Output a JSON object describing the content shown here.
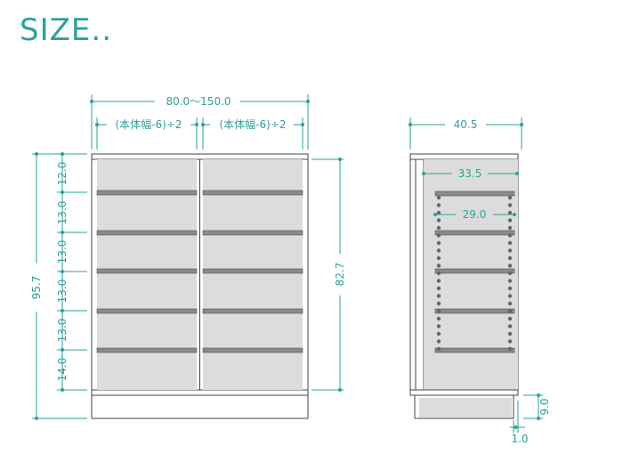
{
  "title": "SIZE..",
  "colors": {
    "accent": "#2aa29a",
    "outline": "#444444",
    "panel": "#dcdcdc",
    "shelf": "#8a8a8a",
    "pin": "#666666"
  },
  "front_view": {
    "width_label": "80.0～150.0",
    "door_width_labels": [
      "(本体幅-6)÷2",
      "(本体幅-6)÷2"
    ],
    "total_height_label": "95.7",
    "interior_height_label": "82.7",
    "shelf_pitch_labels": [
      "12.0",
      "13.0",
      "13.0",
      "13.0",
      "13.0",
      "14.0"
    ]
  },
  "side_view": {
    "depth_label": "40.5",
    "inner_depth_label": "33.5",
    "shelf_depth_label": "29.0",
    "base_height_label": "9.0",
    "base_offset_label": "1.0"
  }
}
